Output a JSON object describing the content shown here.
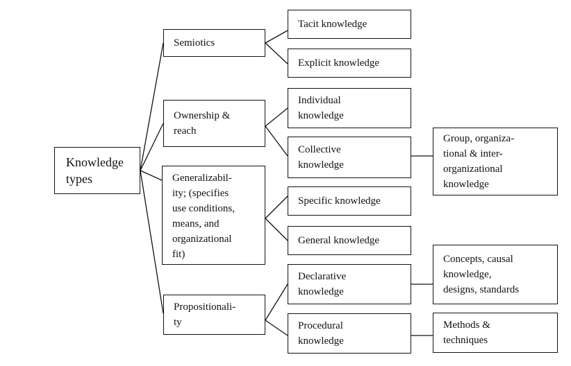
{
  "diagram": {
    "root": {
      "id": "knowledge-types",
      "label": "Knowledge\ntypes"
    },
    "level1": [
      {
        "id": "semiotics",
        "label": "Semiotics"
      },
      {
        "id": "ownership-reach",
        "label": "Ownership &\nreach"
      },
      {
        "id": "generalizability",
        "label": "Generalizabil-\nity; (specifies\nuse  conditions,\nmeans,  and\norganizational\nfit)"
      },
      {
        "id": "propositionality",
        "label": "Propositionali-\nty"
      }
    ],
    "level2": [
      {
        "id": "tacit-knowledge",
        "parent": "semiotics",
        "label": "Tacit knowledge"
      },
      {
        "id": "explicit-knowledge",
        "parent": "semiotics",
        "label": "Explicit knowledge"
      },
      {
        "id": "individual-knowledge",
        "parent": "ownership-reach",
        "label": "Individual\nknowledge"
      },
      {
        "id": "collective-knowledge",
        "parent": "ownership-reach",
        "label": "Collective\nknowledge"
      },
      {
        "id": "specific-knowledge",
        "parent": "generalizability",
        "label": "Specific knowledge"
      },
      {
        "id": "general-knowledge",
        "parent": "generalizability",
        "label": "General knowledge"
      },
      {
        "id": "declarative-knowledge",
        "parent": "propositionality",
        "label": "Declarative\nknowledge"
      },
      {
        "id": "procedural-knowledge",
        "parent": "propositionality",
        "label": "Procedural\nknowledge"
      }
    ],
    "level3": [
      {
        "id": "group-organizational",
        "parent": "collective-knowledge",
        "label": "Group, organiza-\ntional & inter-\norganizational\nknowledge"
      },
      {
        "id": "concepts-causal",
        "parent": "declarative-knowledge",
        "label": "Concepts,  causal\nknowledge,\ndesigns, standards"
      },
      {
        "id": "methods-techniques",
        "parent": "procedural-knowledge",
        "label": "Methods &\ntechniques"
      }
    ]
  }
}
